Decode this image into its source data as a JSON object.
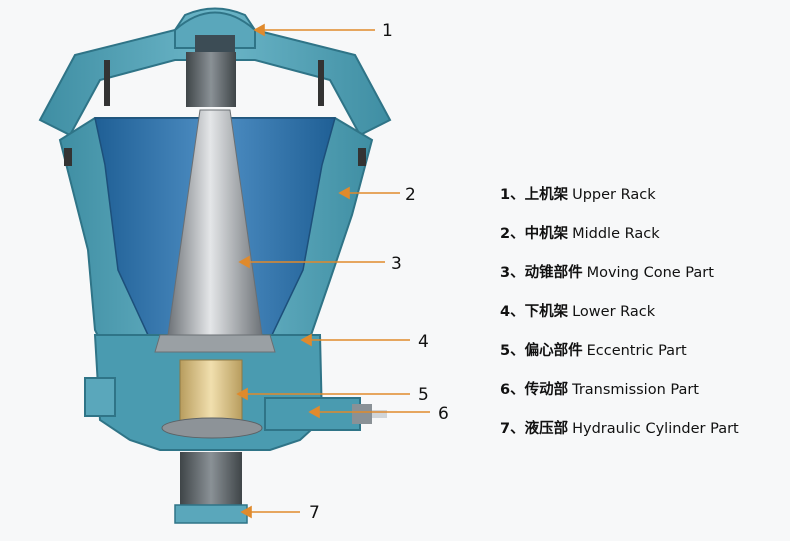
{
  "callouts": [
    "1",
    "2",
    "3",
    "4",
    "5",
    "6",
    "7"
  ],
  "legend": [
    {
      "num": "1、",
      "cn": "上机架",
      "en": "Upper Rack"
    },
    {
      "num": "2、",
      "cn": "中机架",
      "en": "Middle Rack"
    },
    {
      "num": "3、",
      "cn": "动锥部件",
      "en": "Moving Cone Part"
    },
    {
      "num": "4、",
      "cn": "下机架",
      "en": "Lower Rack"
    },
    {
      "num": "5、",
      "cn": "偏心部件",
      "en": "Eccentric Part"
    },
    {
      "num": "6、",
      "cn": "传动部",
      "en": "Transmission Part"
    },
    {
      "num": "7、",
      "cn": "液压部",
      "en": "Hydraulic Cylinder Part"
    }
  ],
  "colors": {
    "frame": "#4a9bb0",
    "frame_dark": "#2f7487",
    "liner": "#2d6fa8",
    "cone": "#a9adb1",
    "bushing": "#d9c38c",
    "leader": "#e08a2c"
  }
}
